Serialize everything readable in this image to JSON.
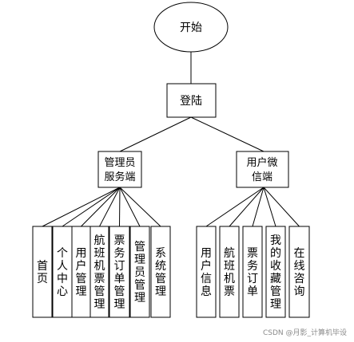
{
  "start": {
    "label": "开始"
  },
  "login": {
    "label": "登陆"
  },
  "branches": [
    {
      "label_lines": [
        "管理员",
        "服务端"
      ],
      "children": [
        "首页",
        "个人中心",
        "用户管理",
        "航班机票管理",
        "票务订单管理",
        "管理员管理",
        "系统管理"
      ]
    },
    {
      "label_lines": [
        "用户微",
        "信端"
      ],
      "children": [
        "用户信息",
        "航班机票",
        "票务订单",
        "我的收藏管理",
        "在线咨询"
      ]
    }
  ],
  "watermark": "CSDN @月影_计算机毕设"
}
